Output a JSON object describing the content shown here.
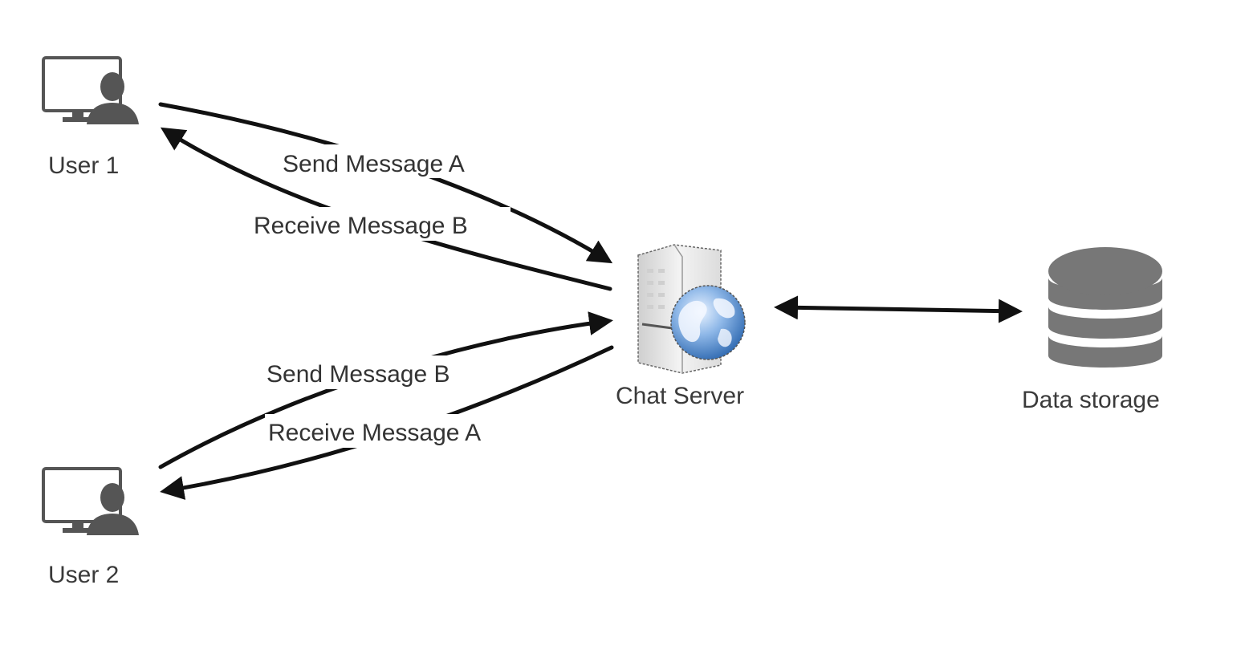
{
  "diagram": {
    "title": "Chat system architecture",
    "colors": {
      "background": "#ffffff",
      "icon_gray": "#555555",
      "storage_gray": "#777777",
      "edge": "#111111",
      "globe_blue": "#3f7fc4",
      "server_body": "#e4e4e4"
    },
    "nodes": [
      {
        "id": "user1",
        "label": "User 1",
        "icon": "user-computer-icon"
      },
      {
        "id": "user2",
        "label": "User 2",
        "icon": "user-computer-icon"
      },
      {
        "id": "server",
        "label": "Chat Server",
        "icon": "web-server-globe-icon"
      },
      {
        "id": "storage",
        "label": "Data storage",
        "icon": "database-icon"
      }
    ],
    "edges": [
      {
        "from": "user1",
        "to": "server",
        "label": "Send Message A",
        "direction": "forward"
      },
      {
        "from": "server",
        "to": "user1",
        "label": "Receive Message B",
        "direction": "forward"
      },
      {
        "from": "user2",
        "to": "server",
        "label": "Send Message B",
        "direction": "forward"
      },
      {
        "from": "server",
        "to": "user2",
        "label": "Receive Message A",
        "direction": "forward"
      },
      {
        "from": "server",
        "to": "storage",
        "label": "",
        "direction": "bidirectional"
      }
    ]
  }
}
